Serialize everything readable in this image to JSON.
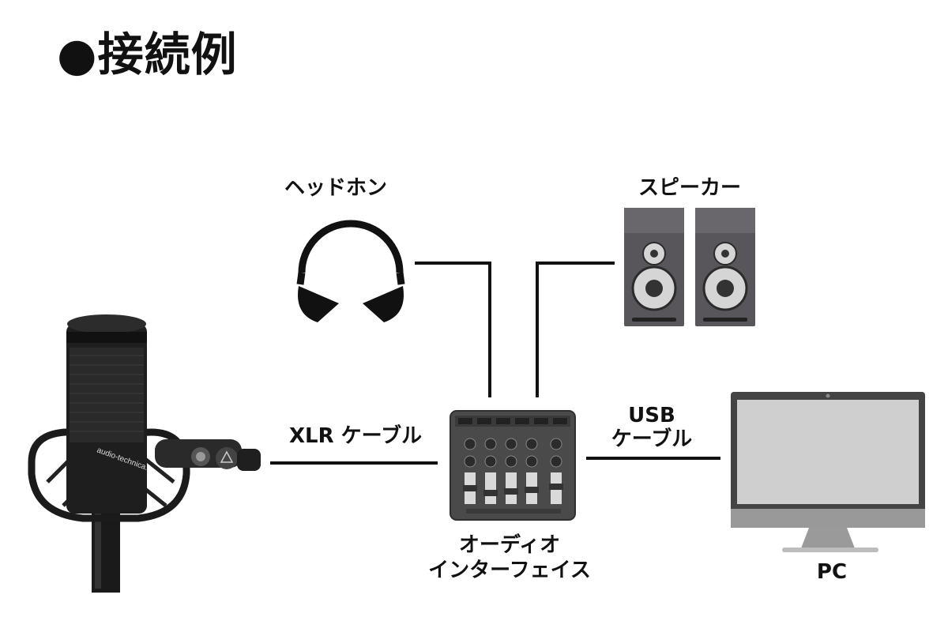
{
  "title": "●接続例",
  "labels": {
    "headphones": "ヘッドホン",
    "speakers": "スピーカー",
    "xlr_cable": "XLR ケーブル",
    "usb_cable_line1": "USB",
    "usb_cable_line2": "ケーブル",
    "interface_line1": "オーディオ",
    "interface_line2": "インターフェイス",
    "pc": "PC"
  },
  "microphone_brand": "audio-technica.",
  "colors": {
    "line": "#111111",
    "speaker_body": "#58565a",
    "interface_body": "#4a4a4a",
    "monitor_frame": "#444444",
    "monitor_screen": "#cfcfcf"
  }
}
